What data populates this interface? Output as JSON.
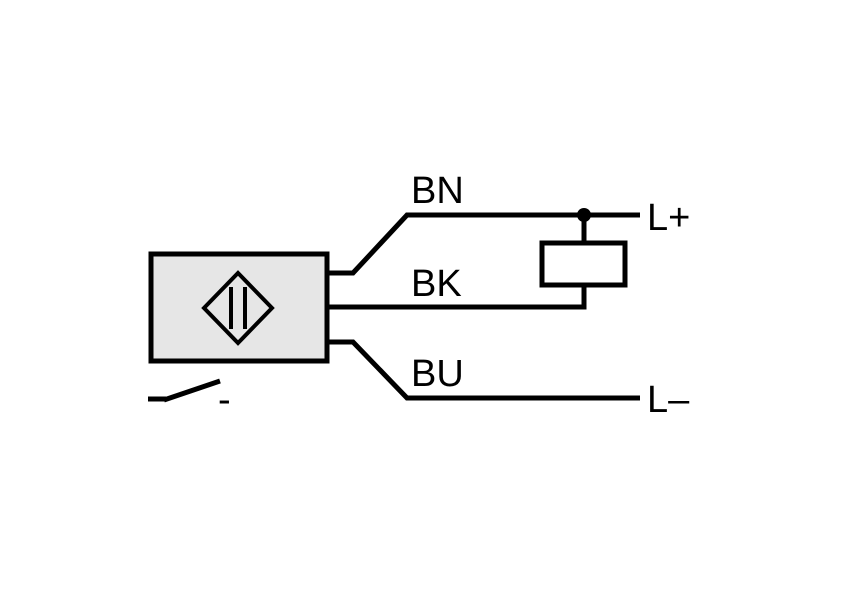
{
  "diagram": {
    "wires": {
      "brown": "BN",
      "black": "BK",
      "blue": "BU"
    },
    "terminals": {
      "positive": "L+",
      "negative": "L–"
    },
    "output_polarity": "-",
    "colors": {
      "stroke": "#000000",
      "sensor_fill": "#e6e6e6",
      "background": "#ffffff"
    },
    "icons": [
      "sensor-symbol-icon",
      "normally-open-switch-icon",
      "load-relay-icon"
    ]
  }
}
